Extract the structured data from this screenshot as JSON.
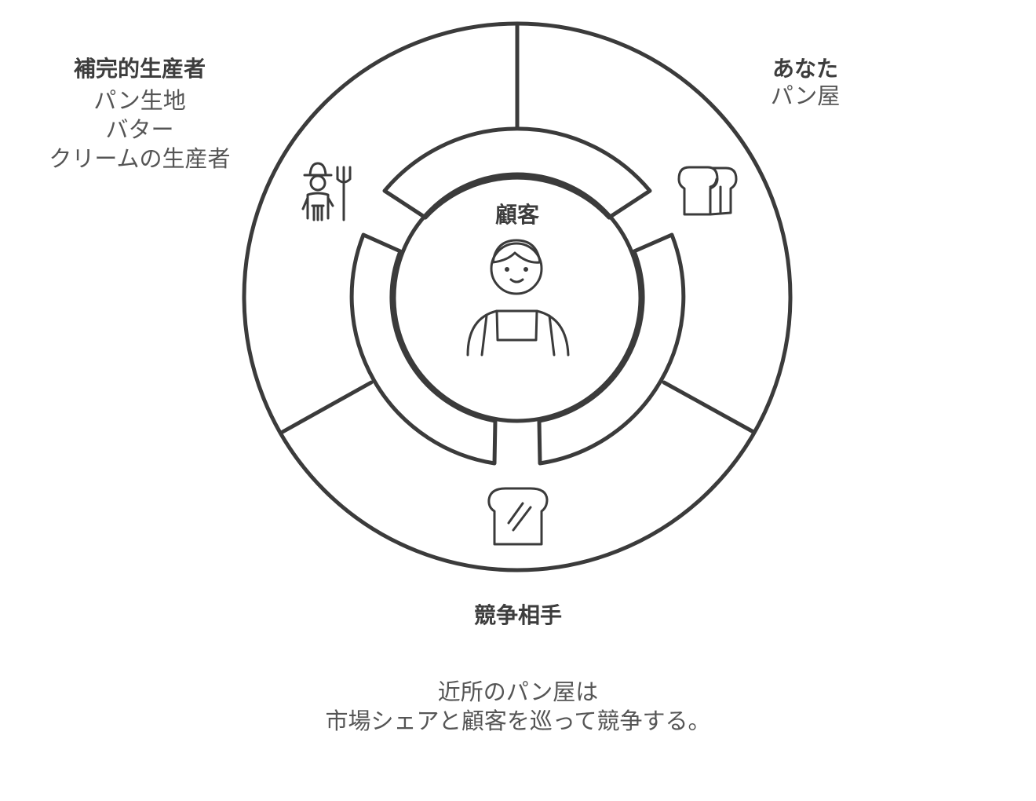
{
  "colors": {
    "stroke": "#3b3b3b",
    "text": "#4a4a4a",
    "background": "#ffffff"
  },
  "center": {
    "title": "顧客",
    "icon": "customer-person-icon"
  },
  "segments": {
    "complementors": {
      "title": "補完的生産者",
      "lines": [
        "パン生地",
        "バター",
        "クリームの生産者"
      ],
      "icon": "farmer-with-pitchfork-icon"
    },
    "you": {
      "title": "あなた",
      "lines": [
        "パン屋"
      ],
      "icon": "bread-loaves-icon"
    },
    "competitors": {
      "title": "競争相手",
      "icon": "toast-slice-icon"
    }
  },
  "caption": {
    "lines": [
      "近所のパン屋は",
      "市場シェアと顧客を巡って競争する。"
    ]
  }
}
